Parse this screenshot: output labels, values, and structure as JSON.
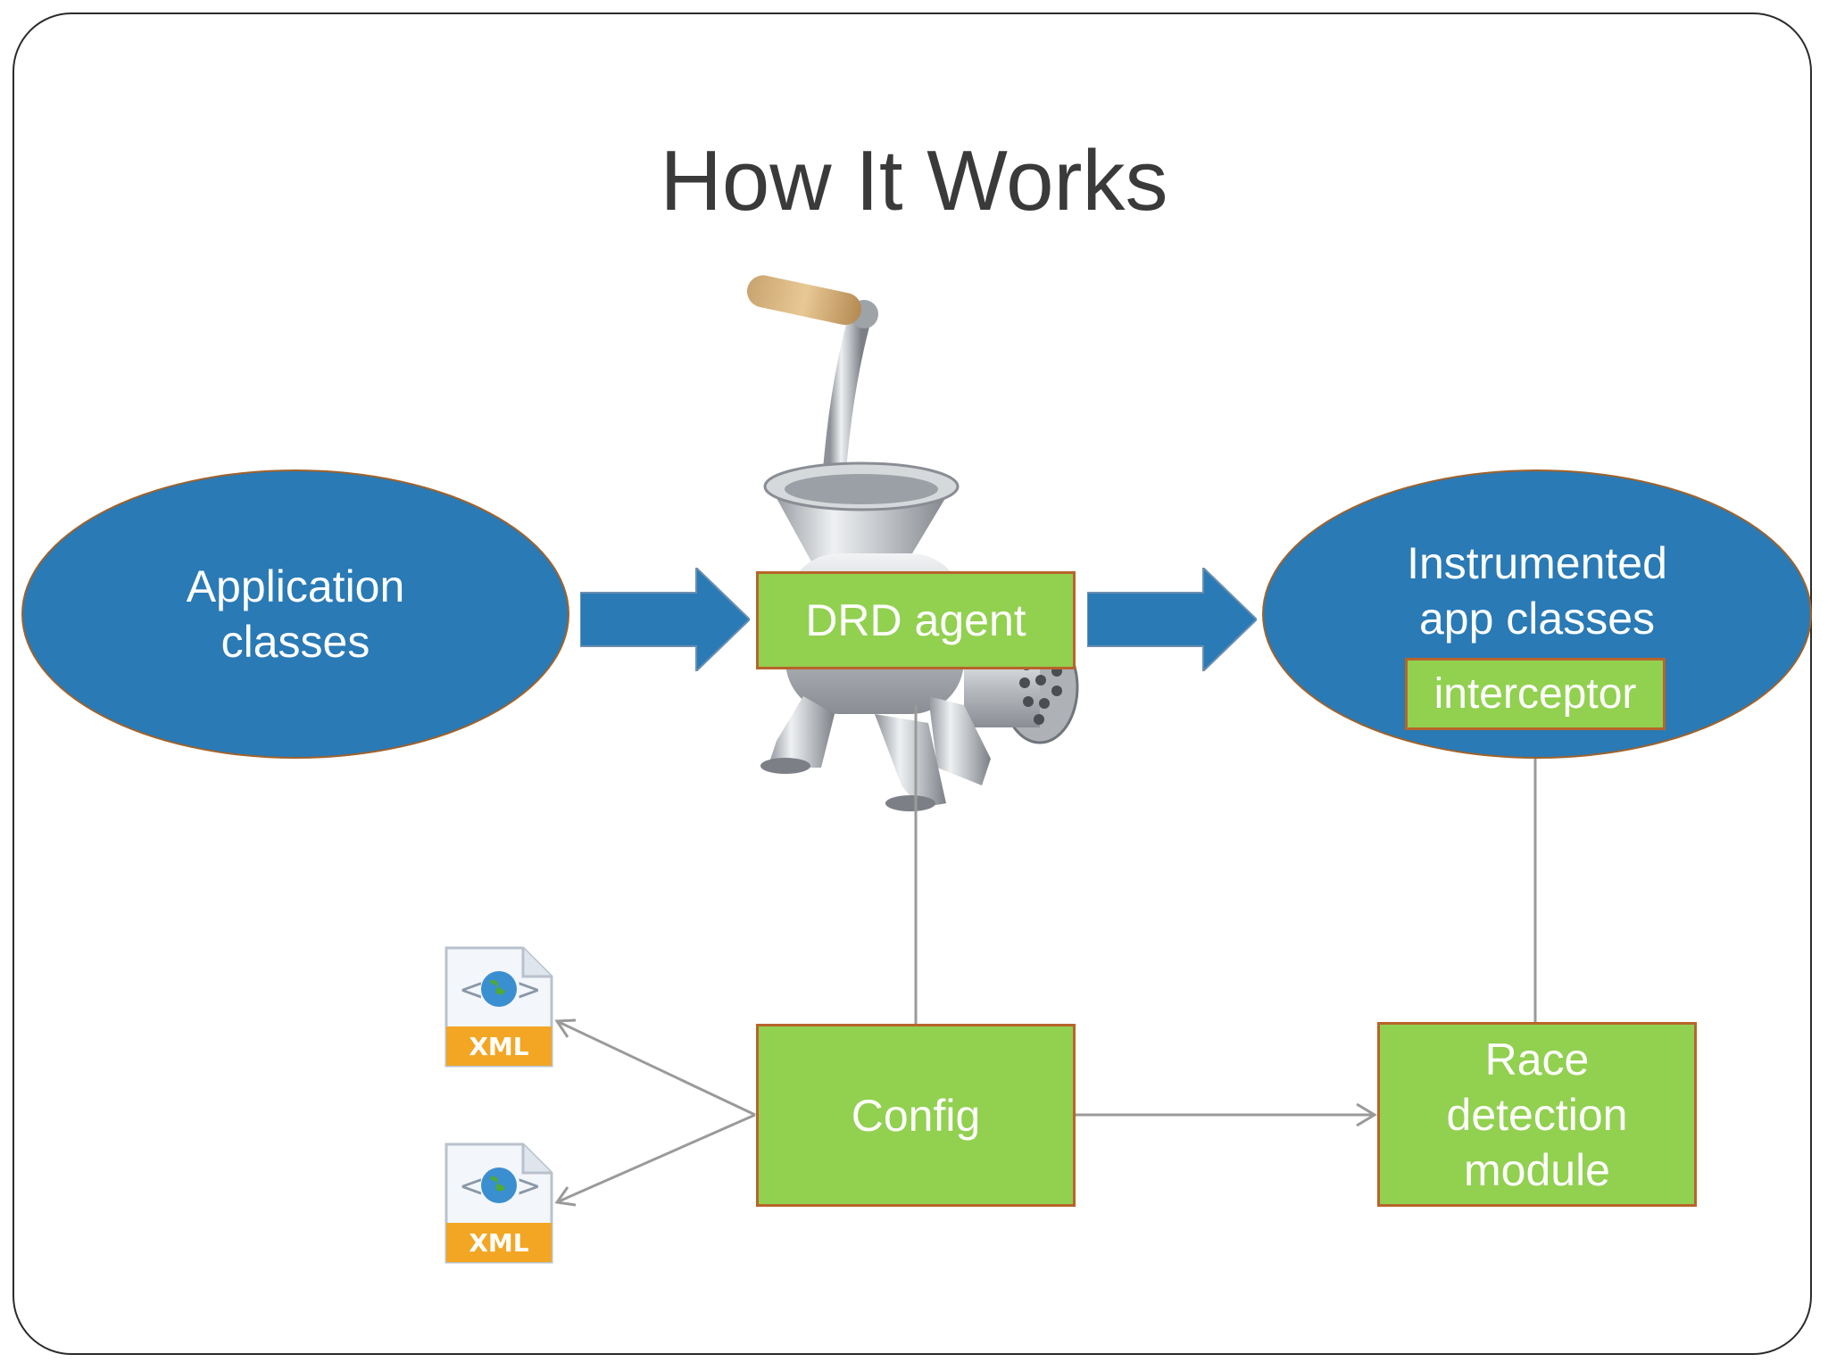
{
  "slide": {
    "title": "How It Works"
  },
  "nodes": {
    "application_classes": {
      "line1": "Application",
      "line2": "classes"
    },
    "drd_agent": {
      "label": "DRD agent"
    },
    "instrumented_classes": {
      "line1": "Instrumented",
      "line2": "app classes"
    },
    "interceptor": {
      "label": "interceptor"
    },
    "config": {
      "label": "Config"
    },
    "race_detection": {
      "line1": "Race",
      "line2": "detection",
      "line3": "module"
    }
  },
  "xml_files": [
    {
      "label": "XML"
    },
    {
      "label": "XML"
    }
  ],
  "icons": {
    "grinder": "meat-grinder-image",
    "xml": "xml-file-icon"
  },
  "colors": {
    "ellipse_fill": "#2a7ab5",
    "box_fill": "#92d050",
    "box_border": "#b8642b",
    "arrow_fill": "#2a7ab5",
    "connector": "#9a9a9a",
    "title": "#3a3a3a"
  }
}
